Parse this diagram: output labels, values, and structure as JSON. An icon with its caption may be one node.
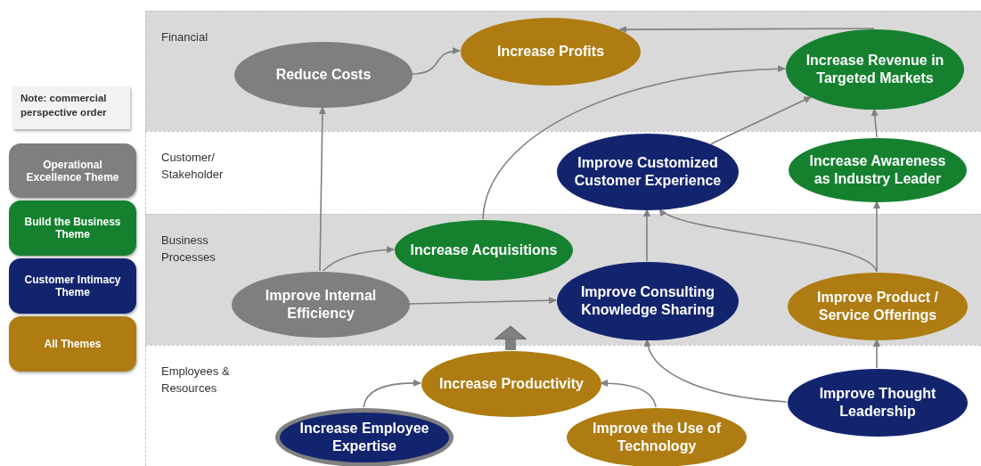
{
  "diagram": {
    "nodes": [
      {
        "text": [
          "Financial"
        ]
      },
      {
        "text": [
          "Reduce Costs"
        ],
        "in": 0
      },
      {
        "text": [
          "Increase Profits"
        ],
        "in": 0
      },
      {
        "text": [
          "Increase Revenue in Targeted Markets"
        ],
        "in": 0
      },
      {
        "text": [
          "Customer/ Stakeholder"
        ]
      },
      {
        "text": [
          "Improve Customized Customer Experience"
        ],
        "in": 4
      },
      {
        "text": [
          "Increase Awareness as Industry Leader"
        ],
        "in": 4
      },
      {
        "text": [
          "Business Processes"
        ]
      },
      {
        "text": [
          "Increase Acquisitions"
        ],
        "in": 7
      },
      {
        "text": [
          "Improve Internal Efficiency"
        ],
        "in": 7
      },
      {
        "text": [
          "Improve Consulting Knowledge Sharing"
        ],
        "in": 7
      },
      {
        "text": [
          "Improve Product / Service Offerings"
        ],
        "in": 7
      },
      {
        "text": [
          "Employees & Resources"
        ]
      },
      {
        "text": [
          "Increase Productivity"
        ],
        "in": 12
      },
      {
        "text": [
          "Increase Employee Expertise"
        ],
        "in": 12
      },
      {
        "text": [
          "Improve the Use of Technology"
        ],
        "in": 12
      },
      {
        "text": [
          "Improve Thought Leadership"
        ],
        "in": 12
      },
      {
        "text": [
          "Note: commercial perspective order"
        ]
      }
    ],
    "edges": [
      {
        "from": 9,
        "to": 1,
        "arrow": "to"
      },
      {
        "from": 9,
        "to": 8,
        "arrow": "to"
      },
      {
        "from": 9,
        "to": 10,
        "arrow": "to"
      },
      {
        "from": 1,
        "to": 2,
        "arrow": "to"
      },
      {
        "from": 3,
        "to": 2,
        "arrow": "to"
      },
      {
        "from": 8,
        "to": 3,
        "arrow": "to"
      },
      {
        "from": 5,
        "to": 3,
        "arrow": "to"
      },
      {
        "from": 6,
        "to": 3,
        "arrow": "to"
      },
      {
        "from": 10,
        "to": 5,
        "arrow": "to"
      },
      {
        "from": 11,
        "to": 5,
        "arrow": "to"
      },
      {
        "from": 11,
        "to": 6,
        "arrow": "to"
      },
      {
        "from": 16,
        "to": 11,
        "arrow": "to"
      },
      {
        "from": 16,
        "to": 10,
        "arrow": "to"
      },
      {
        "from": 14,
        "to": 13,
        "arrow": "to"
      },
      {
        "from": 15,
        "to": 13,
        "arrow": "to"
      },
      {
        "from": 13,
        "to": 7,
        "arrow": "to",
        "style": "thick"
      }
    ],
    "legend": [
      {
        "text": "Operational Excellence Theme",
        "color": "#7f7f7f"
      },
      {
        "text": "Build the Business Theme",
        "color": "#15812f"
      },
      {
        "text": "Customer Intimacy Theme",
        "color": "#13246f"
      },
      {
        "text": "All Themes",
        "color": "#ae7c12"
      }
    ]
  }
}
